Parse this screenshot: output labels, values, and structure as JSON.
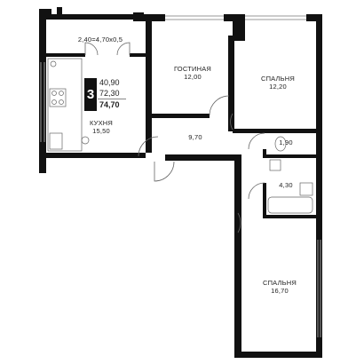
{
  "badge": {
    "rooms": "3",
    "living_area": "40,90",
    "area_without_balcony": "72,30",
    "total_area": "74,70"
  },
  "rooms": {
    "balcony": {
      "area": "2,40=4,70x0,5"
    },
    "living_room": {
      "name": "ГОСТИНАЯ",
      "area": "12,00"
    },
    "bedroom_1": {
      "name": "СПАЛЬНЯ",
      "area": "12,20"
    },
    "kitchen": {
      "name": "КУХНЯ",
      "area": "15,50"
    },
    "hall": {
      "area": "9,70"
    },
    "wc": {
      "area": "1,90"
    },
    "bathroom": {
      "area": "4,30"
    },
    "bedroom_2": {
      "name": "СПАЛЬНЯ",
      "area": "16,70"
    }
  },
  "colors": {
    "wall": "#111111",
    "fixture": "#666666",
    "window": "#999999"
  }
}
